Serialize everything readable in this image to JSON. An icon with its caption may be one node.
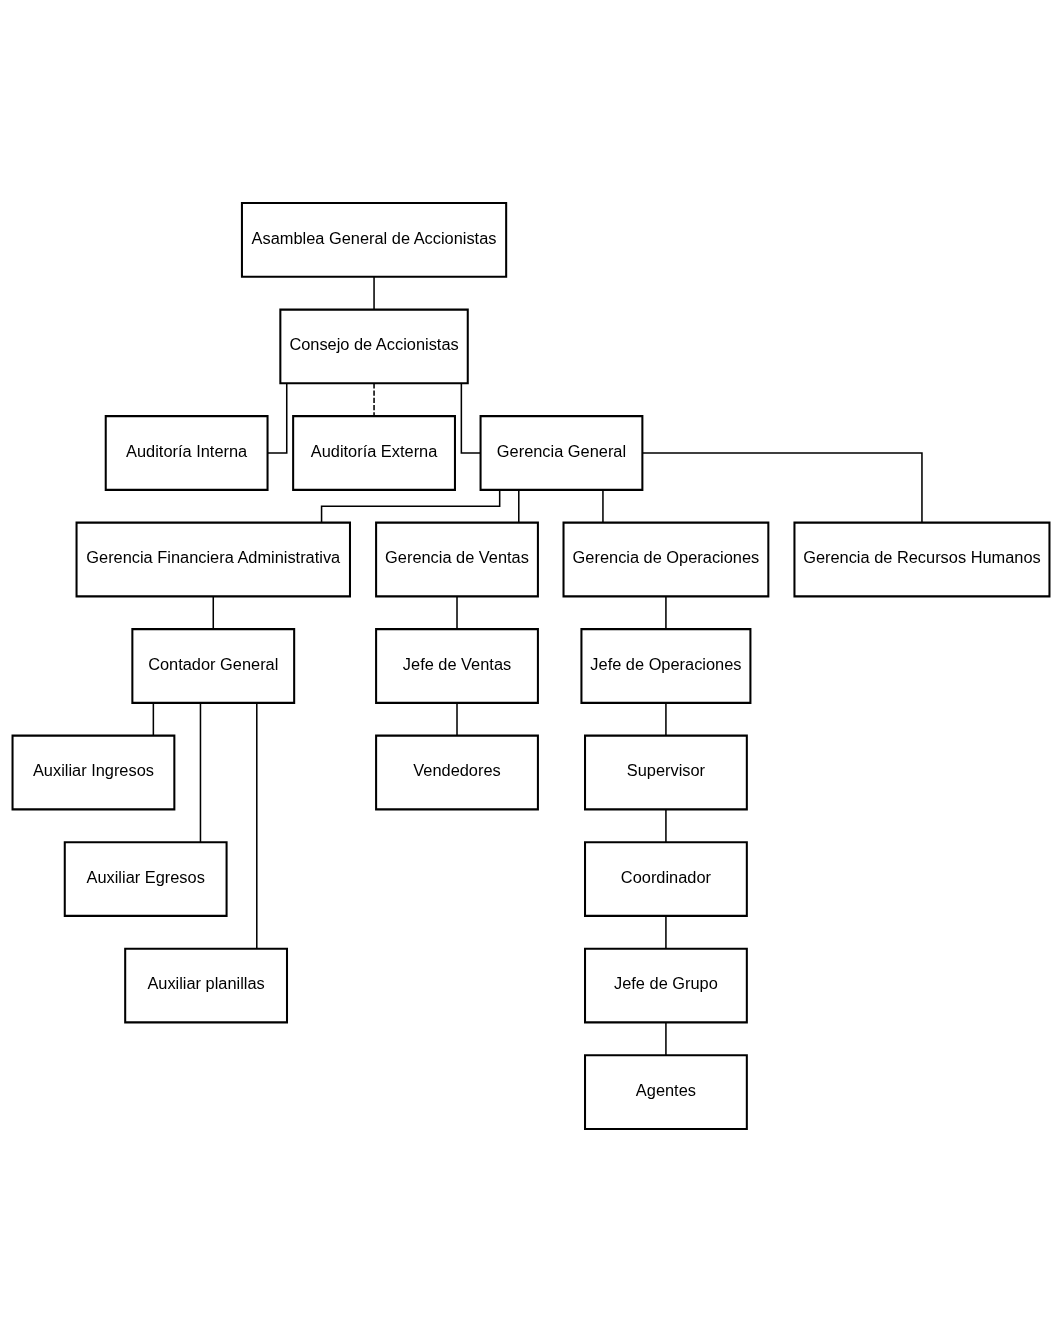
{
  "diagram": {
    "nodes": [
      {
        "text": [
          "Asamblea General de Accionistas"
        ]
      },
      {
        "text": [
          "Consejo de Accionistas"
        ]
      },
      {
        "text": [
          "Auditoría Interna"
        ]
      },
      {
        "text": [
          "Auditoría Externa"
        ]
      },
      {
        "text": [
          "Gerencia General"
        ]
      },
      {
        "text": [
          "Gerencia Financiera Administrativa"
        ]
      },
      {
        "text": [
          "Gerencia de Ventas"
        ]
      },
      {
        "text": [
          "Gerencia de Operaciones"
        ]
      },
      {
        "text": [
          "Gerencia de Recursos Humanos"
        ]
      },
      {
        "text": [
          "Contador General"
        ]
      },
      {
        "text": [
          "Jefe de Ventas"
        ]
      },
      {
        "text": [
          "Jefe de Operaciones"
        ]
      },
      {
        "text": [
          "Auxiliar Ingresos"
        ]
      },
      {
        "text": [
          "Vendedores"
        ]
      },
      {
        "text": [
          "Supervisor"
        ]
      },
      {
        "text": [
          "Auxiliar Egresos"
        ]
      },
      {
        "text": [
          "Coordinador"
        ]
      },
      {
        "text": [
          "Auxiliar planillas"
        ]
      },
      {
        "text": [
          "Jefe de Grupo"
        ]
      },
      {
        "text": [
          "Agentes"
        ]
      }
    ],
    "edges": [
      {
        "from": 0,
        "to": 1,
        "arrow": "none"
      },
      {
        "from": 1,
        "to": 4,
        "arrow": "none"
      },
      {
        "from": 1,
        "to": 2,
        "arrow": "none"
      },
      {
        "from": 1,
        "to": 3,
        "arrow": "none",
        "style": "dashed"
      },
      {
        "from": 4,
        "to": 5,
        "arrow": "none"
      },
      {
        "from": 4,
        "to": 6,
        "arrow": "none"
      },
      {
        "from": 4,
        "to": 7,
        "arrow": "none"
      },
      {
        "from": 4,
        "to": 8,
        "arrow": "none"
      },
      {
        "from": 5,
        "to": 9,
        "arrow": "none"
      },
      {
        "from": 6,
        "to": 10,
        "arrow": "none"
      },
      {
        "from": 7,
        "to": 11,
        "arrow": "none"
      },
      {
        "from": 9,
        "to": 12,
        "arrow": "none"
      },
      {
        "from": 9,
        "to": 15,
        "arrow": "none"
      },
      {
        "from": 9,
        "to": 17,
        "arrow": "none"
      },
      {
        "from": 10,
        "to": 13,
        "arrow": "none"
      },
      {
        "from": 11,
        "to": 14,
        "arrow": "none"
      },
      {
        "from": 14,
        "to": 16,
        "arrow": "none"
      },
      {
        "from": 16,
        "to": 18,
        "arrow": "none"
      },
      {
        "from": 18,
        "to": 19,
        "arrow": "none"
      }
    ]
  }
}
